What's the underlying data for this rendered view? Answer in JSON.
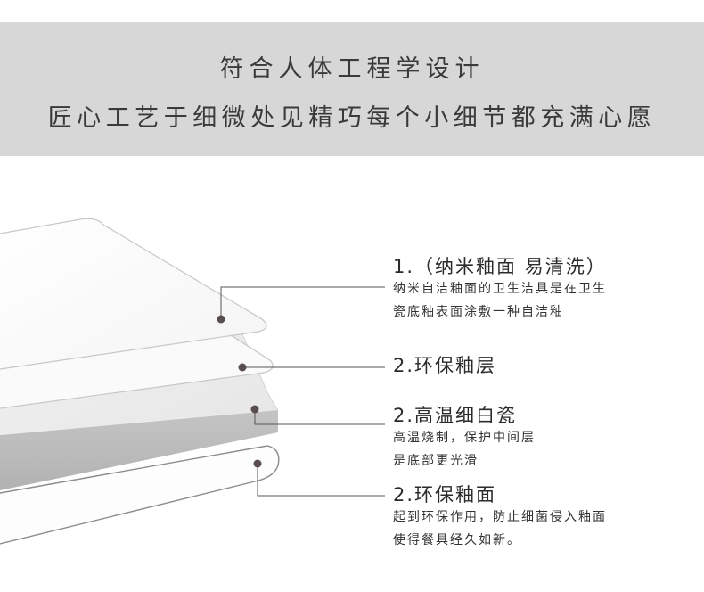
{
  "header": {
    "line1": "符合人体工程学设计",
    "line2": "匠心工艺于细微处见精巧每个小细节都充满心愿",
    "background_color": "#d7d7d7"
  },
  "callouts": [
    {
      "title": "1.（纳米釉面 易清洗）",
      "desc": [
        "纳米自洁釉面的卫生洁具是在卫生",
        "瓷底釉表面涂敷一种自洁釉"
      ]
    },
    {
      "title": "2.环保釉层",
      "desc": []
    },
    {
      "title": "2.高温细白瓷",
      "desc": [
        "高温烧制，保护中间层",
        "是底部更光滑"
      ]
    },
    {
      "title": "2.环保釉面",
      "desc": [
        "起到环保作用，防止细菌侵入釉面",
        "使得餐具经久如新。"
      ]
    }
  ],
  "colors": {
    "dot": "#5a4d4d",
    "leader_line": "#555555",
    "ceramic_side": "#b9b9b9"
  }
}
